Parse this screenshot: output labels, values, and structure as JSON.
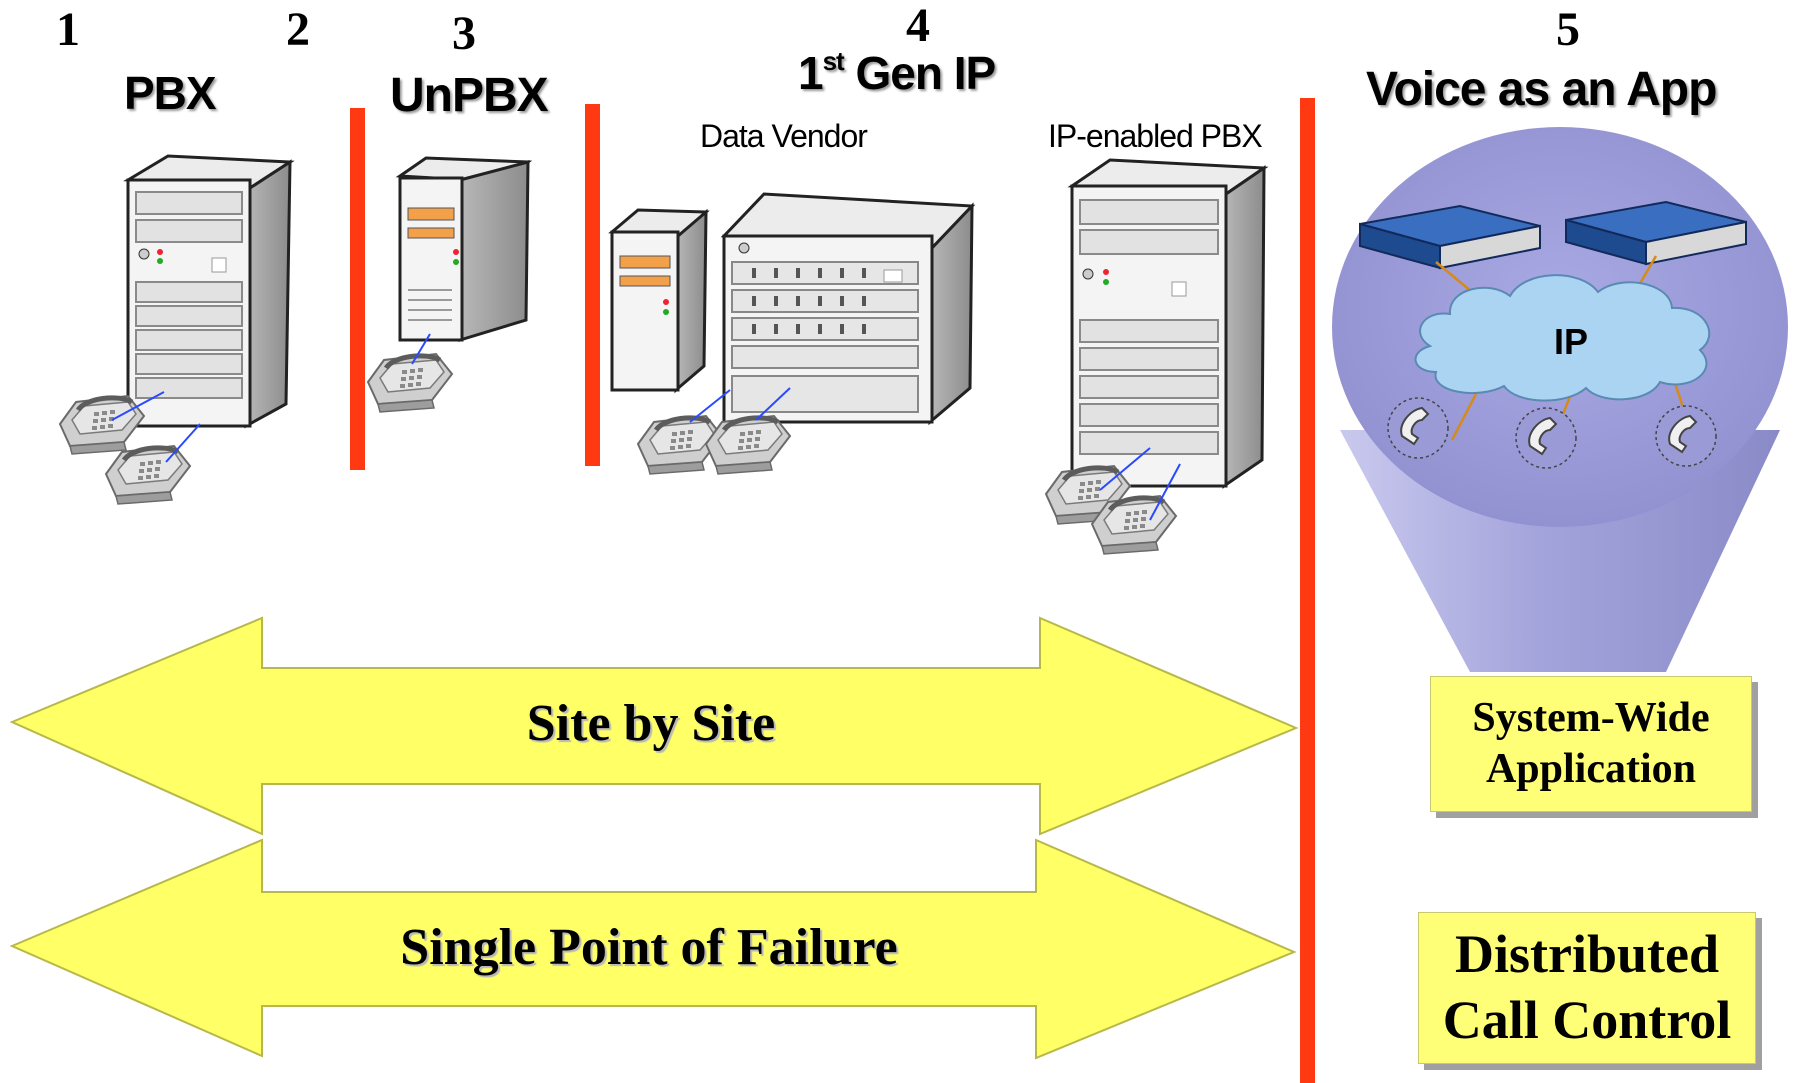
{
  "stages": [
    {
      "number": "1"
    },
    {
      "number": "2"
    },
    {
      "number": "3"
    },
    {
      "number": "4"
    },
    {
      "number": "5"
    }
  ],
  "headings": {
    "pbx": "PBX",
    "unpbx": "UnPBX",
    "first_gen_ip_main": "1",
    "first_gen_ip_sup": "st",
    "first_gen_ip_rest": " Gen IP",
    "voice_as_app": "Voice as an App"
  },
  "sublabels": {
    "data_vendor": "Data Vendor",
    "ip_enabled_pbx": "IP-enabled PBX"
  },
  "cloud": {
    "label": "IP"
  },
  "arrows": {
    "site_by_site": "Site by Site",
    "single_point_of_failure": "Single Point of Failure"
  },
  "boxes": {
    "system_wide": {
      "line1": "System-Wide",
      "line2": "Application"
    },
    "distributed": {
      "line1": "Distributed",
      "line2": "Call Control"
    }
  },
  "colors": {
    "divider": "#ff3a12",
    "arrow_fill": "#ffff66",
    "box_fill": "#ffff77",
    "cone_fill": "#a8a8dc",
    "cloud_fill": "#aad4f2",
    "server_body": "#f4f4f4",
    "rack_unit": "#2a5aa0"
  }
}
